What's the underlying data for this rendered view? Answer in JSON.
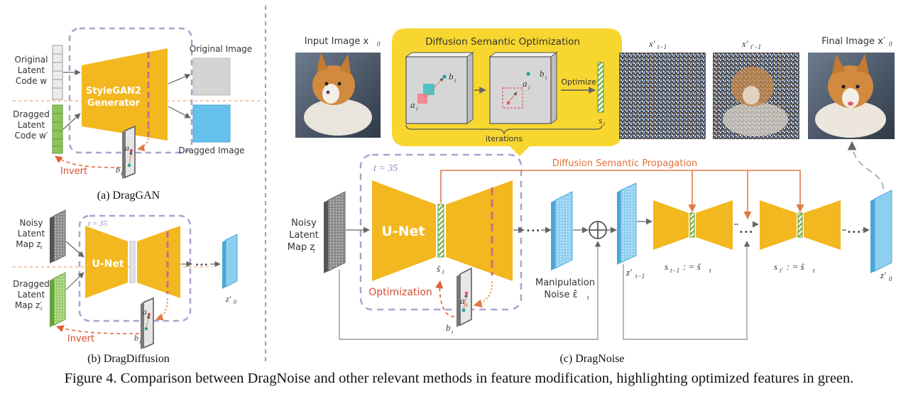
{
  "caption": "Figure 4. Comparison between DragNoise and other relevant methods in feature modification, highlighting optimized features in green.",
  "colors": {
    "unet": "#f3b81f",
    "green_feature": "#7ab648",
    "blue_latent": "#8ecff0",
    "red_arrow": "#e0623a",
    "orange_arrow": "#e07a45",
    "dashed_box": "#a8a3cf",
    "yellow_bubble": "#f7d630"
  },
  "panel_a": {
    "caption": "(a) DragGAN",
    "original_latent_label": [
      "Original",
      "Latent",
      "Code w"
    ],
    "dragged_latent_label": [
      "Dragged",
      "Latent",
      "Code w′"
    ],
    "generator_label": [
      "StyleGAN2",
      "Generator"
    ],
    "original_image_label": "Original Image",
    "dragged_image_label": "Dragged Image",
    "invert_label": "Invert",
    "point_a": "a",
    "point_b": "b",
    "sub_i": "i"
  },
  "panel_b": {
    "caption": "(b) DragDiffusion",
    "noisy_label": [
      "Noisy",
      "Latent",
      "Map z"
    ],
    "noisy_sub": "t",
    "dragged_label": [
      "Dragged",
      "Latent",
      "Map z′"
    ],
    "dragged_sub": "t",
    "timestep": "t = 35",
    "unet_label": "U-Net",
    "output_label": "z′",
    "output_sub": "0",
    "invert_label": "Invert",
    "ellipsis": "•••",
    "point_a": "a",
    "point_b": "b",
    "sub_i": "i"
  },
  "panel_c": {
    "caption": "(c) DragNoise",
    "input_image_label": "Input Image x",
    "input_sub": "0",
    "dso_title": "Diffusion Semantic Optimization",
    "iterations_label": "iterations",
    "optimize_label": "Optimize",
    "s_t": "s",
    "t_sub": "t",
    "x_t1_label": "x′",
    "x_t1_sub": "t−1",
    "x_tp1_label": "x′",
    "x_tp1_sub": "t′−1",
    "final_image_label": "Final Image x′",
    "final_sub": "0",
    "propagation_label": "Diffusion Semantic Propagation",
    "timestep": "t = 35",
    "unet_label": "U-Net",
    "noisy_label": [
      "Noisy",
      "Latent",
      "Map z"
    ],
    "noisy_sub": "t",
    "optimization_label": "Optimization",
    "s_hat": "ŝ",
    "manip_label": [
      "Manipulation",
      "Noise ε̂"
    ],
    "manip_sub": "t",
    "z_t1": "z′",
    "z_t1_sub": "t−1",
    "s_t1_eq": [
      "s",
      "t−1",
      ": = ŝ",
      "t"
    ],
    "s_tp_eq": [
      "s",
      "t′",
      ": = ŝ",
      "t"
    ],
    "z0": "z′",
    "z0_sub": "0",
    "ellipsis": "•••",
    "point_a": "a",
    "point_b": "b",
    "sub_i": "i"
  }
}
